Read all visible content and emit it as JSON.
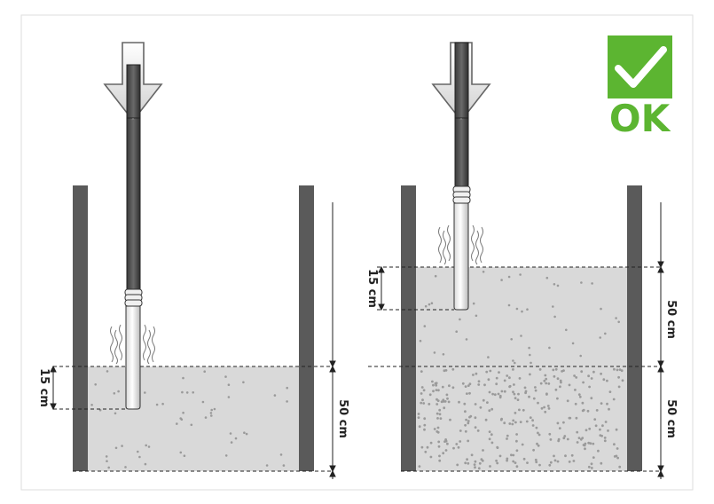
{
  "left_panel": {
    "probe_depth_label": "15 cm",
    "layer_height_label": "50 cm"
  },
  "right_panel": {
    "probe_depth_label": "15 cm",
    "upper_layer_height_label": "50 cm",
    "lower_layer_height_label": "50 cm"
  },
  "badge": {
    "text": "OK",
    "color": "#5cb531"
  },
  "colors": {
    "wall": "#5a5a5a",
    "material": "#d9d9d9",
    "dots": "#9a9a9a"
  }
}
